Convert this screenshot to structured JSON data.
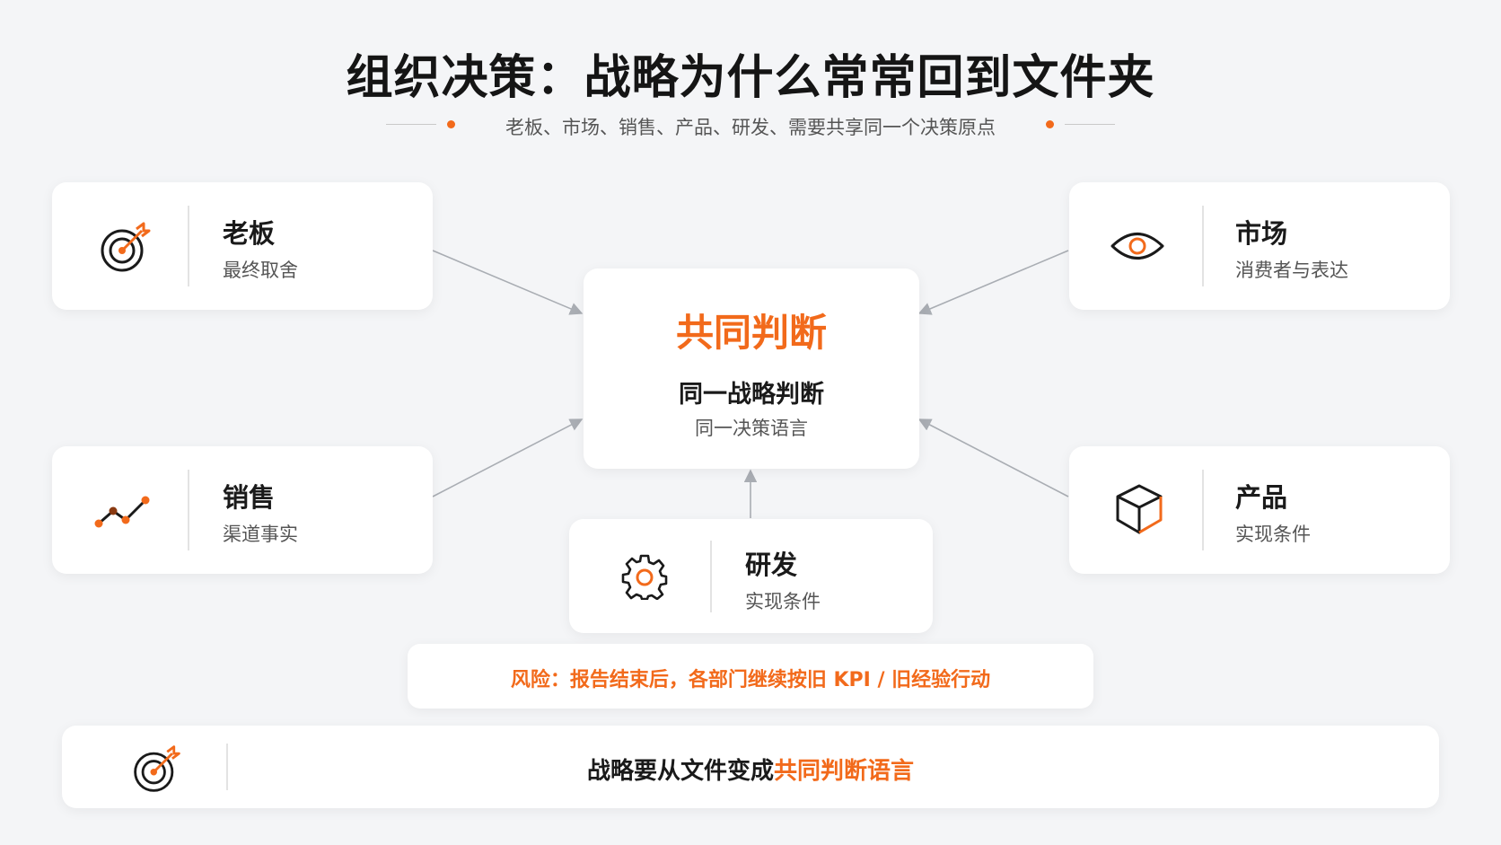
{
  "header": {
    "title": "组织决策：战略为什么常常回到文件夹",
    "subtitle": "老板、市场、销售、产品、研发、需要共享同一个决策原点"
  },
  "colors": {
    "accent": "#f26a1b",
    "background": "#f4f5f7",
    "card": "#ffffff",
    "arrow": "#a9adb3"
  },
  "center": {
    "title": "共同判断",
    "line1": "同一战略判断",
    "line2": "同一决策语言"
  },
  "nodes": {
    "boss": {
      "title": "老板",
      "subtitle": "最终取舍",
      "icon": "target-icon"
    },
    "market": {
      "title": "市场",
      "subtitle": "消费者与表达",
      "icon": "eye-icon"
    },
    "sales": {
      "title": "销售",
      "subtitle": "渠道事实",
      "icon": "trend-line-icon"
    },
    "product": {
      "title": "产品",
      "subtitle": "实现条件",
      "icon": "cube-icon"
    },
    "rnd": {
      "title": "研发",
      "subtitle": "实现条件",
      "icon": "gear-icon"
    }
  },
  "risk": {
    "text": "风险：报告结束后，各部门继续按旧 KPI / 旧经验行动"
  },
  "footer": {
    "text_plain": "战略要从文件变成",
    "text_highlight": "共同判断语言",
    "icon": "target-icon"
  }
}
